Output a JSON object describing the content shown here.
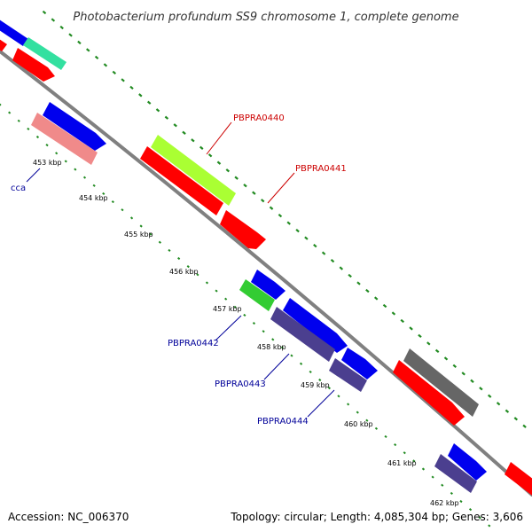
{
  "title": "Photobacterium profundum SS9 chromosome 1, complete genome",
  "accession": "Accession: NC_006370",
  "summary": "Topology: circular; Length: 4,085,304 bp; Genes: 3,606",
  "ticks": [
    "453 kbp",
    "454 kbp",
    "455 kbp",
    "456 kbp",
    "457 kbp",
    "458 kbp",
    "459 kbp",
    "460 kbp",
    "461 kbp",
    "462 kbp"
  ],
  "gene_labels": [
    {
      "text": "PBPRA0440",
      "color": "#cc0000"
    },
    {
      "text": "PBPRA0441",
      "color": "#cc0000"
    },
    {
      "text": "cca",
      "color": "#000099"
    },
    {
      "text": "PBPRA0442",
      "color": "#000099"
    },
    {
      "text": "PBPRA0443",
      "color": "#000099"
    },
    {
      "text": "PBPRA0444",
      "color": "#000099"
    }
  ],
  "colors": {
    "backbone": "#808080",
    "tick_marks": "#228b22",
    "cds_red": "#ff0000",
    "cds_blue": "#0000ee",
    "trna_green": "#33cc33",
    "lime": "#aaff33",
    "teal": "#33e0a0",
    "slate": "#4b3f8f",
    "pink": "#f08a8a",
    "gray": "#666666"
  }
}
